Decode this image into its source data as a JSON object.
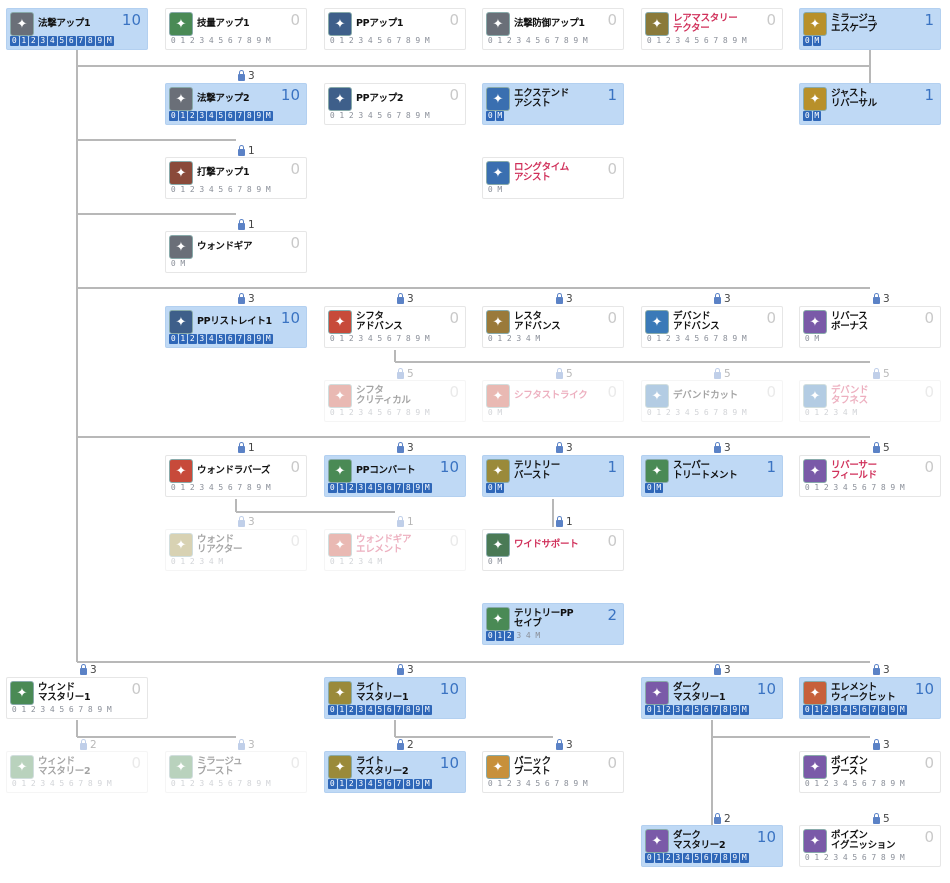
{
  "colors": {
    "active_bg": "#bfd9f5",
    "level_active": "#3a73c2",
    "red_name": "#d0305a",
    "line": "#b8b8b8"
  },
  "nodes": [
    {
      "id": "n1",
      "name": "法撃アップ1",
      "level": "10",
      "max": "10",
      "active": true,
      "red": false,
      "disabled": false,
      "icon": "wand-icon",
      "icon_color": "#6a6f78"
    },
    {
      "id": "n2",
      "name": "技量アップ1",
      "level": "0",
      "max": "10",
      "active": false,
      "red": false,
      "disabled": false,
      "icon": "target-icon",
      "icon_color": "#4a8a55"
    },
    {
      "id": "n3",
      "name": "PPアップ1",
      "level": "0",
      "max": "10",
      "active": false,
      "red": false,
      "disabled": false,
      "icon": "pp-icon",
      "icon_color": "#3e5f8a"
    },
    {
      "id": "n4",
      "name": "法撃防御アップ1",
      "level": "0",
      "max": "10",
      "active": false,
      "red": false,
      "disabled": false,
      "icon": "wand-shield-icon",
      "icon_color": "#6a6f78"
    },
    {
      "id": "n5",
      "name": "レアマスタリー\nテクター",
      "level": "0",
      "max": "10",
      "active": false,
      "red": true,
      "disabled": false,
      "icon": "star-wand-icon",
      "icon_color": "#8a7a3a"
    },
    {
      "id": "n6",
      "name": "ミラージュ\nエスケープ",
      "level": "1",
      "max": "1",
      "active": true,
      "red": false,
      "disabled": false,
      "icon": "boot-icon",
      "icon_color": "#b8902a"
    },
    {
      "id": "n7",
      "name": "法撃アップ2",
      "level": "10",
      "max": "10",
      "active": true,
      "red": false,
      "disabled": false,
      "icon": "wand-icon",
      "icon_color": "#6a6f78"
    },
    {
      "id": "n8",
      "name": "PPアップ2",
      "level": "0",
      "max": "10",
      "active": false,
      "red": false,
      "disabled": false,
      "icon": "pp-icon",
      "icon_color": "#3e5f8a"
    },
    {
      "id": "n9",
      "name": "エクステンド\nアシスト",
      "level": "1",
      "max": "1",
      "active": true,
      "red": false,
      "disabled": false,
      "icon": "support-icon",
      "icon_color": "#3a6fb0"
    },
    {
      "id": "n10",
      "name": "ジャスト\nリバーサル",
      "level": "1",
      "max": "1",
      "active": true,
      "red": false,
      "disabled": false,
      "icon": "boot-icon",
      "icon_color": "#b8902a"
    },
    {
      "id": "n11",
      "name": "打撃アップ1",
      "level": "0",
      "max": "10",
      "active": false,
      "red": false,
      "disabled": false,
      "icon": "sword-icon",
      "icon_color": "#8a4a3a"
    },
    {
      "id": "n12",
      "name": "ロングタイム\nアシスト",
      "level": "0",
      "max": "1",
      "active": false,
      "red": true,
      "disabled": false,
      "icon": "support-icon",
      "icon_color": "#3a6fb0"
    },
    {
      "id": "n13",
      "name": "ウォンドギア",
      "level": "0",
      "max": "1",
      "active": false,
      "red": false,
      "disabled": false,
      "icon": "wand-gear-icon",
      "icon_color": "#6a6f78"
    },
    {
      "id": "n14",
      "name": "PPリストレイト1",
      "level": "10",
      "max": "10",
      "active": true,
      "red": false,
      "disabled": false,
      "icon": "pp-icon",
      "icon_color": "#3e5f8a"
    },
    {
      "id": "n15",
      "name": "シフタ\nアドバンス",
      "level": "0",
      "max": "10",
      "active": false,
      "red": false,
      "disabled": false,
      "icon": "shifta-icon",
      "icon_color": "#c74a3a"
    },
    {
      "id": "n16",
      "name": "レスタ\nアドバンス",
      "level": "0",
      "max": "5",
      "active": false,
      "red": false,
      "disabled": false,
      "icon": "resta-icon",
      "icon_color": "#9a7a3a"
    },
    {
      "id": "n17",
      "name": "デバンド\nアドバンス",
      "level": "0",
      "max": "10",
      "active": false,
      "red": false,
      "disabled": false,
      "icon": "deband-icon",
      "icon_color": "#3a7ab8"
    },
    {
      "id": "n18",
      "name": "リバース\nボーナス",
      "level": "0",
      "max": "1",
      "active": false,
      "red": false,
      "disabled": false,
      "icon": "reverser-icon",
      "icon_color": "#7a5aa8"
    },
    {
      "id": "n19",
      "name": "シフタ\nクリティカル",
      "level": "0",
      "max": "10",
      "active": false,
      "red": false,
      "disabled": true,
      "icon": "shifta-icon",
      "icon_color": "#c74a3a"
    },
    {
      "id": "n20",
      "name": "シフタストライク",
      "level": "0",
      "max": "1",
      "active": false,
      "red": true,
      "disabled": true,
      "icon": "shifta-icon",
      "icon_color": "#c74a3a"
    },
    {
      "id": "n21",
      "name": "デバンドカット",
      "level": "0",
      "max": "10",
      "active": false,
      "red": false,
      "disabled": true,
      "icon": "deband-icon",
      "icon_color": "#3a7ab8"
    },
    {
      "id": "n22",
      "name": "デバンド\nタフネス",
      "level": "0",
      "max": "5",
      "active": false,
      "red": true,
      "disabled": true,
      "icon": "deband-icon",
      "icon_color": "#3a7ab8"
    },
    {
      "id": "n23",
      "name": "ウォンドラバーズ",
      "level": "0",
      "max": "10",
      "active": false,
      "red": false,
      "disabled": false,
      "icon": "wand-lover-icon",
      "icon_color": "#c74a3a"
    },
    {
      "id": "n24",
      "name": "PPコンバート",
      "level": "10",
      "max": "10",
      "active": true,
      "red": false,
      "disabled": false,
      "icon": "pp-convert-icon",
      "icon_color": "#4a8a55"
    },
    {
      "id": "n25",
      "name": "テリトリー\nバースト",
      "level": "1",
      "max": "1",
      "active": true,
      "red": false,
      "disabled": false,
      "icon": "territory-icon",
      "icon_color": "#9a8a3a"
    },
    {
      "id": "n26",
      "name": "スーパー\nトリートメント",
      "level": "1",
      "max": "1",
      "active": true,
      "red": false,
      "disabled": false,
      "icon": "treatment-icon",
      "icon_color": "#4a8a55"
    },
    {
      "id": "n27",
      "name": "リバーサー\nフィールド",
      "level": "0",
      "max": "10",
      "active": false,
      "red": true,
      "disabled": false,
      "icon": "reverser-icon",
      "icon_color": "#7a5aa8"
    },
    {
      "id": "n28",
      "name": "ウォンド\nリアクター",
      "level": "0",
      "max": "5",
      "active": false,
      "red": false,
      "disabled": true,
      "icon": "wand-icon",
      "icon_color": "#9a8a3a"
    },
    {
      "id": "n29",
      "name": "ウォンドギア\nエレメント",
      "level": "0",
      "max": "5",
      "active": false,
      "red": true,
      "disabled": true,
      "icon": "wand-gear-icon",
      "icon_color": "#c74a3a"
    },
    {
      "id": "n30",
      "name": "ワイドサポート",
      "level": "0",
      "max": "1",
      "active": false,
      "red": true,
      "disabled": false,
      "icon": "support-icon",
      "icon_color": "#4a7a55"
    },
    {
      "id": "n31",
      "name": "テリトリーPP\nセイブ",
      "level": "2",
      "max": "5",
      "active": true,
      "red": false,
      "disabled": false,
      "icon": "territory-icon",
      "icon_color": "#4a8a55"
    },
    {
      "id": "n32",
      "name": "ウィンド\nマスタリー1",
      "level": "0",
      "max": "10",
      "active": false,
      "red": false,
      "disabled": false,
      "icon": "wind-icon",
      "icon_color": "#4a8a55"
    },
    {
      "id": "n33",
      "name": "ライト\nマスタリー1",
      "level": "10",
      "max": "10",
      "active": true,
      "red": false,
      "disabled": false,
      "icon": "light-icon",
      "icon_color": "#9a8a3a"
    },
    {
      "id": "n34",
      "name": "ダーク\nマスタリー1",
      "level": "10",
      "max": "10",
      "active": true,
      "red": false,
      "disabled": false,
      "icon": "dark-icon",
      "icon_color": "#7a5aa8"
    },
    {
      "id": "n35",
      "name": "エレメント\nウィークヒット",
      "level": "10",
      "max": "10",
      "active": true,
      "red": false,
      "disabled": false,
      "icon": "element-icon",
      "icon_color": "#c7603a"
    },
    {
      "id": "n36",
      "name": "ウィンド\nマスタリー2",
      "level": "0",
      "max": "10",
      "active": false,
      "red": false,
      "disabled": true,
      "icon": "wind-icon",
      "icon_color": "#4a8a55"
    },
    {
      "id": "n37",
      "name": "ミラージュ\nブースト",
      "level": "0",
      "max": "10",
      "active": false,
      "red": false,
      "disabled": true,
      "icon": "mirage-icon",
      "icon_color": "#4a8a55"
    },
    {
      "id": "n38",
      "name": "ライト\nマスタリー2",
      "level": "10",
      "max": "10",
      "active": true,
      "red": false,
      "disabled": false,
      "icon": "light-icon",
      "icon_color": "#9a8a3a"
    },
    {
      "id": "n39",
      "name": "パニック\nブースト",
      "level": "0",
      "max": "10",
      "active": false,
      "red": false,
      "disabled": false,
      "icon": "panic-icon",
      "icon_color": "#c7903a"
    },
    {
      "id": "n40",
      "name": "ポイズン\nブースト",
      "level": "0",
      "max": "10",
      "active": false,
      "red": false,
      "disabled": false,
      "icon": "poison-icon",
      "icon_color": "#7a5aa8"
    },
    {
      "id": "n41",
      "name": "ダーク\nマスタリー2",
      "level": "10",
      "max": "10",
      "active": true,
      "red": false,
      "disabled": false,
      "icon": "dark-icon",
      "icon_color": "#7a5aa8"
    },
    {
      "id": "n42",
      "name": "ポイズン\nイグニッション",
      "level": "0",
      "max": "10",
      "active": false,
      "red": false,
      "disabled": false,
      "icon": "poison-icon",
      "icon_color": "#7a5aa8"
    }
  ],
  "locks": [
    {
      "id": "l1",
      "value": "3",
      "faint": false
    },
    {
      "id": "l2",
      "value": "1",
      "faint": false
    },
    {
      "id": "l3",
      "value": "1",
      "faint": false
    },
    {
      "id": "l4",
      "value": "3",
      "faint": false
    },
    {
      "id": "l5",
      "value": "3",
      "faint": false
    },
    {
      "id": "l6",
      "value": "3",
      "faint": false
    },
    {
      "id": "l7",
      "value": "3",
      "faint": false
    },
    {
      "id": "l8",
      "value": "3",
      "faint": false
    },
    {
      "id": "l9",
      "value": "5",
      "faint": true
    },
    {
      "id": "l10",
      "value": "5",
      "faint": true
    },
    {
      "id": "l11",
      "value": "5",
      "faint": true
    },
    {
      "id": "l12",
      "value": "5",
      "faint": true
    },
    {
      "id": "l13",
      "value": "1",
      "faint": false
    },
    {
      "id": "l14",
      "value": "3",
      "faint": false
    },
    {
      "id": "l15",
      "value": "3",
      "faint": false
    },
    {
      "id": "l16",
      "value": "3",
      "faint": false
    },
    {
      "id": "l17",
      "value": "5",
      "faint": false
    },
    {
      "id": "l18",
      "value": "3",
      "faint": true
    },
    {
      "id": "l19",
      "value": "1",
      "faint": true
    },
    {
      "id": "l20",
      "value": "1",
      "faint": false
    },
    {
      "id": "l21",
      "value": "3",
      "faint": false
    },
    {
      "id": "l22",
      "value": "3",
      "faint": false
    },
    {
      "id": "l23",
      "value": "3",
      "faint": false
    },
    {
      "id": "l24",
      "value": "3",
      "faint": false
    },
    {
      "id": "l25",
      "value": "2",
      "faint": true
    },
    {
      "id": "l26",
      "value": "3",
      "faint": true
    },
    {
      "id": "l27",
      "value": "2",
      "faint": false
    },
    {
      "id": "l28",
      "value": "3",
      "faint": false
    },
    {
      "id": "l29",
      "value": "3",
      "faint": false
    },
    {
      "id": "l30",
      "value": "2",
      "faint": false
    },
    {
      "id": "l31",
      "value": "5",
      "faint": false
    }
  ]
}
